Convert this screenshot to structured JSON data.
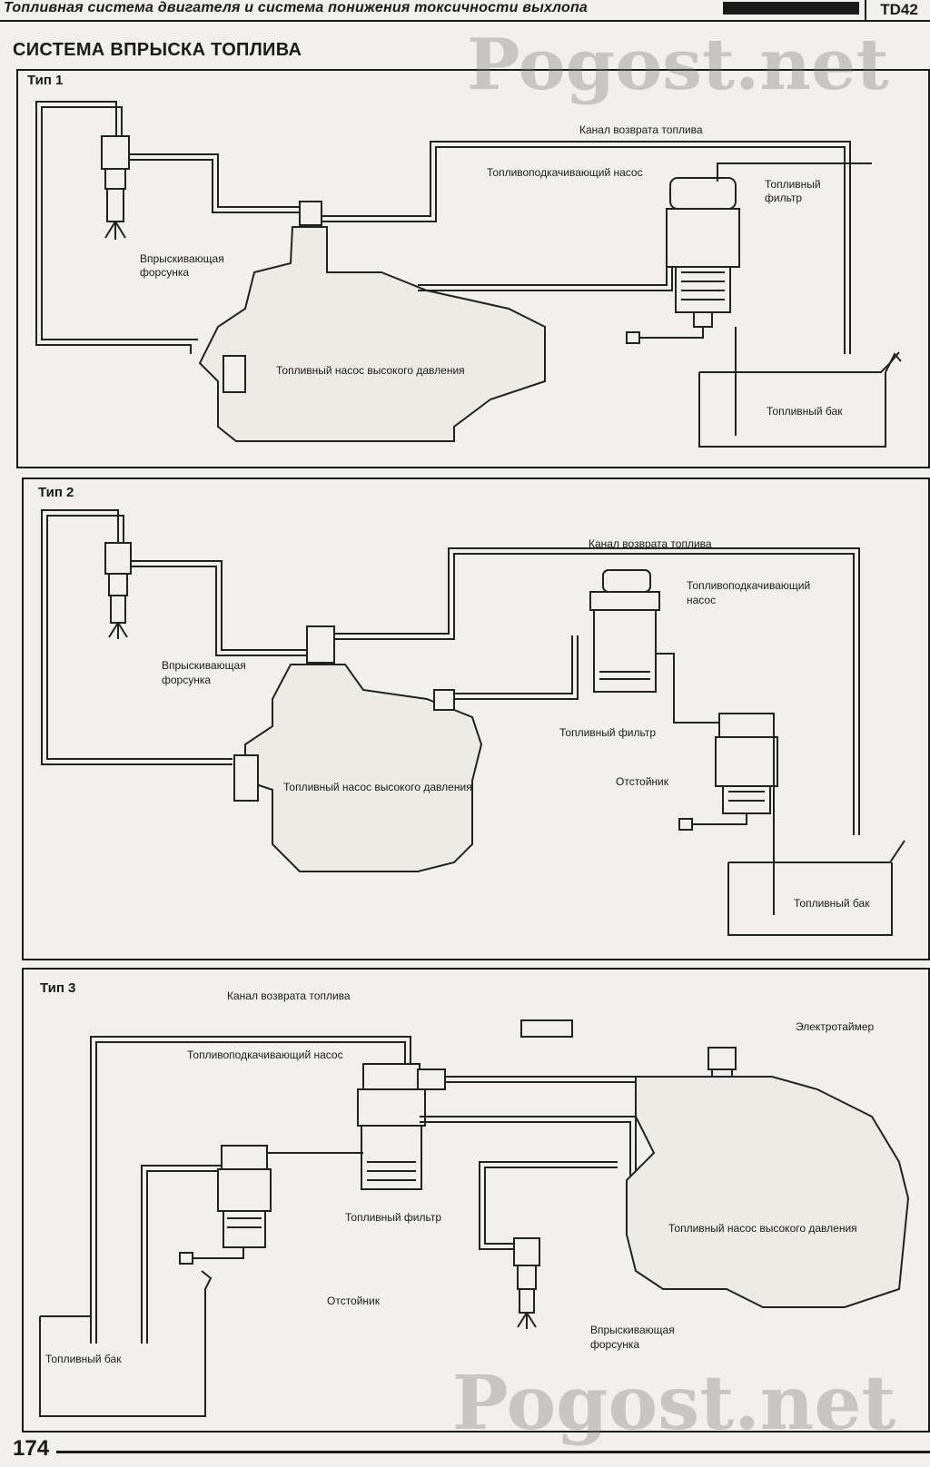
{
  "header": {
    "title": "Топливная система двигателя и система понижения токсичности выхлопа",
    "code": "TD42"
  },
  "section_title": "СИСТЕМА ВПРЫСКА ТОПЛИВА",
  "panels": {
    "type1": {
      "label": "Тип 1",
      "return_channel": "Канал возврата топлива",
      "feed_pump": "Топливоподкачивающий насос",
      "fuel_filter_1": "Топливный",
      "fuel_filter_2": "фильтр",
      "injector_1": "Впрыскивающая",
      "injector_2": "форсунка",
      "hp_pump": "Топливный насос высокого давления",
      "tank": "Топливный бак"
    },
    "type2": {
      "label": "Тип 2",
      "return_channel": "Канал возврата топлива",
      "feed_pump_1": "Топливоподкачивающий",
      "feed_pump_2": "насос",
      "injector_1": "Впрыскивающая",
      "injector_2": "форсунка",
      "fuel_filter": "Топливный фильтр",
      "sediment": "Отстойник",
      "hp_pump": "Топливный насос высокого давления",
      "tank": "Топливный бак"
    },
    "type3": {
      "label": "Тип 3",
      "return_channel": "Канал возврата топлива",
      "electro_timer": "Электротаймер",
      "feed_pump": "Топливоподкачивающий насос",
      "fuel_filter": "Топливный фильтр",
      "hp_pump": "Топливный насос высокого давления",
      "sediment": "Отстойник",
      "injector_1": "Впрыскивающая",
      "injector_2": "форсунка",
      "tank": "Топливный бак"
    }
  },
  "watermark": "Pogost.net",
  "page_number": "174"
}
